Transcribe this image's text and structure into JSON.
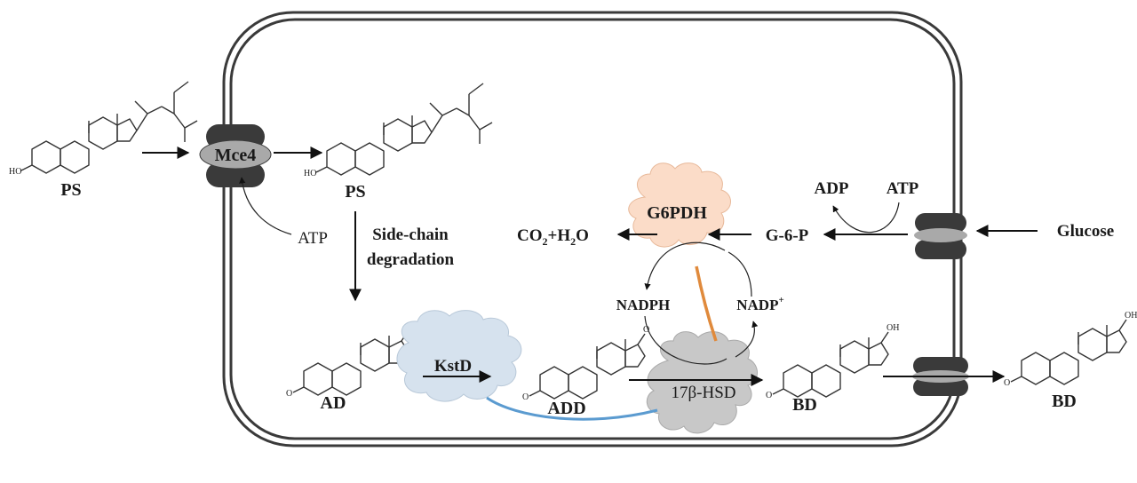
{
  "molecules": {
    "ps_out": "PS",
    "ps_in": "PS",
    "ad": "AD",
    "add": "ADD",
    "bd_in": "BD",
    "bd_out": "BD"
  },
  "transporter": {
    "mce4": "Mce4"
  },
  "enzymes": {
    "g6pdh": "G6PDH",
    "kstd": "KstD",
    "hsd": "17β-HSD"
  },
  "labels": {
    "atp_mce4": "ATP",
    "side_chain_1": "Side-chain",
    "side_chain_2": "degradation",
    "adp": "ADP",
    "atp_top": "ATP",
    "glucose": "Glucose",
    "g6p": "G-6-P",
    "co2_a": "CO",
    "co2_sub": "2",
    "co2_b": "+H",
    "h2o_sub": "2",
    "co2_c": "O",
    "nadph": "NADPH",
    "nadp": "NADP",
    "nadp_sup": "+"
  },
  "colors": {
    "g6pdh_cloud": "#fbdcc8",
    "kstd_cloud": "#d6e2ee",
    "hsd_cloud": "#c8c8c8",
    "orange_link": "#e08a3c",
    "blue_link": "#5b9bd0",
    "membrane": "#3a3a3a"
  }
}
